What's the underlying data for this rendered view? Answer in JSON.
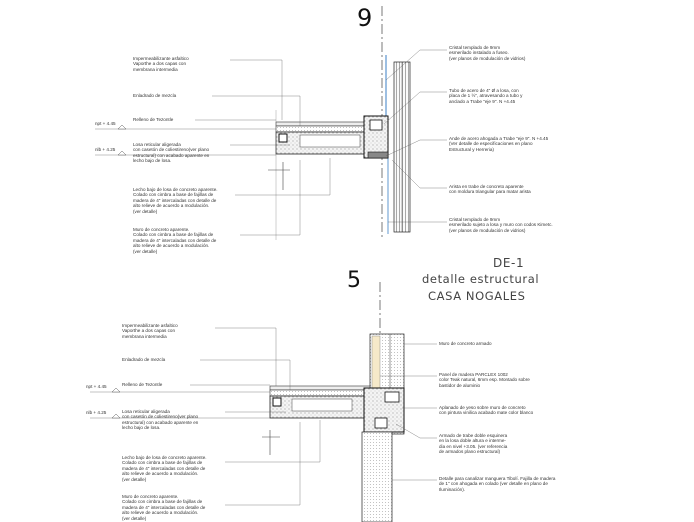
{
  "detail_top": {
    "marker": "9",
    "left_notes": [
      "Impermeabilizante asfaltico\nVaporthe a dos capas con\nmembrana intermedia",
      "Enladrado de mezcla",
      "Relleno de Tezontle",
      "Losa reticular aligerada\ncon casetón de coliestireno(ver plano\nestructural) con acabado aparente en\nlecho bajo de losa.",
      "Lecho bajo de losa de concreto aparente.\nColado con cimbra a base de fajillas de\nmadera de 4\" intercaladas con detalle de\nalto relieve de acuerdo a modulación.\n(ver detalle)",
      "Muro de concreto aparente.\nColado con cimbra a base de fajillas de\nmadera de 4\" intercaladas con detalle de\nalto relieve de acuerdo a modulación.\n(ver detalle)"
    ],
    "right_notes": [
      "Cristal templado de 9mm\nesmerilado instalado a fuseo.\n(ver planos de modulación de vidrios)",
      "Tubo de acero de 4\" Ø a losa, con\nplaca de 1 ½\", atravesando a tubo y\nanclado a Trabe \"eje 9\". N +4.45",
      "Ande de acero ahogada  a Trabe \"eje 9\". N +4.45\n(Ver detalle de especificaciones en plano\nEstructural y Herreria)",
      "Arista en trabe de concreto aparente\ncon moldura triangular para matar arista",
      "Cristal templado de 9mm\nesmerilado sujeto a losa y muro con codos Kimetc.\n(ver planos de modulación de vidrios)"
    ],
    "levels": [
      "npt + 4.45",
      "nlb + 4.25"
    ]
  },
  "title_block": {
    "code": "DE-1",
    "name": "detalle estructural",
    "project": "CASA NOGALES"
  },
  "detail_bottom": {
    "marker": "5",
    "left_notes": [
      "Impermeabilizante asfaltico\nVaporthe a dos capas con\nmembrana intermedia",
      "Enladrado de mezcla",
      "Relleno de Tezontle",
      "Losa reticular aligerada\ncon casetón de coliestireno(ver plano\nestructural) con acabado aparente en\nlecho bajo de losa.",
      "Lecho bajo de losa de concreto aparente.\nColado con cimbra a base de fajillas de\nmadera de 4\" intercaladas con detalle de\nalto relieve de acuerdo a modulación.\n(ver detalle)",
      "Muro de concreto aparente.\nColado con cimbra a base de fajillas de\nmadera de 4\" intercaladas con detalle de\nalto relieve de acuerdo a modulación.\n(ver detalle)"
    ],
    "right_notes": [
      "Muro de concreto armado",
      "Panel de madera PARCLEX 1002\ncolor Teak natural, 6mm esp. Montado sobre\nbastidor de aluminio",
      "Aplanado de yeso sobre muro de concreto\ncon pintura vinilica acabado mate color blanco",
      "Armado de trabe doble esquinera\nen la losa doble altura e interme-\ndia en nivel +3.05. (ver referencia\nde armados plano estructural)",
      "Detalle para canalizar manguera Tibolí. Fajilla de madera\nde 1\" con ahogada en colado (ver detalle en plano de\nIluminación)."
    ],
    "levels": [
      "npt + 4.45",
      "nlb + 4.25"
    ]
  }
}
